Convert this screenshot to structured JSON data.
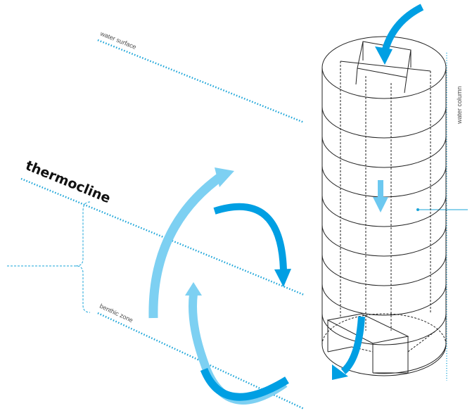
{
  "labels": {
    "water_surface": "water surface",
    "thermocline": "thermocline",
    "benthic_zone": "benthic zone",
    "water_column": "water column"
  },
  "colors": {
    "dotted_line": "#1aa4d8",
    "arrow_dark": "#009fe3",
    "arrow_light": "#7dd0f2",
    "structure_stroke": "#222222"
  },
  "icons": [
    "arrow-down-icon",
    "arrow-curved-icon"
  ]
}
